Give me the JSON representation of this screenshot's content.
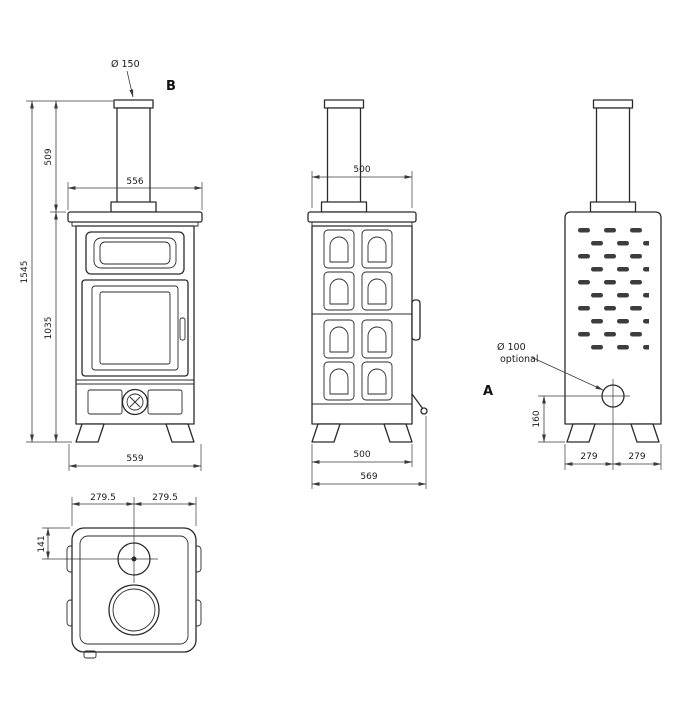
{
  "colors": {
    "ink": "#2b2b2b",
    "background": "#ffffff"
  },
  "views": {
    "front": {
      "label": "B",
      "flue_diameter": "Ø 150",
      "dims": {
        "total_height": "1545",
        "flue_height": "509",
        "body_height": "1035",
        "top_width": "556",
        "base_width": "559"
      }
    },
    "side": {
      "dims": {
        "top_depth": "500",
        "base_depth": "500",
        "overall_depth": "569"
      }
    },
    "rear": {
      "label": "A",
      "outlet": {
        "diameter": "Ø 100",
        "note": "optional"
      },
      "dims": {
        "outlet_height": "160",
        "half_left": "279",
        "half_right": "279"
      }
    },
    "top": {
      "dims": {
        "half_left": "279.5",
        "half_right": "279.5",
        "flue_offset": "141"
      }
    }
  }
}
